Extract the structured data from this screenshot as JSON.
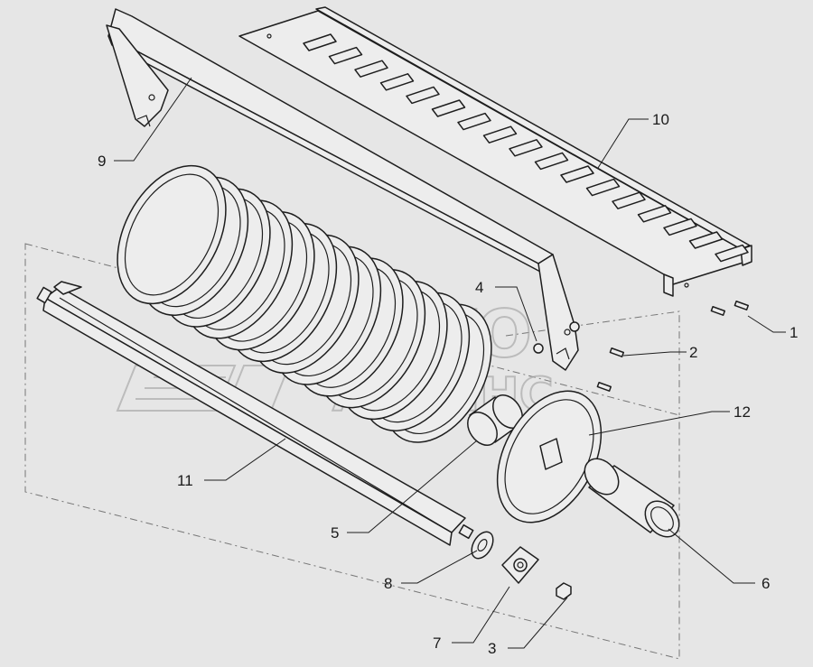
{
  "watermark": {
    "line1": "АВТО",
    "line2": "АЛЬЯНС"
  },
  "callouts": [
    {
      "id": "1",
      "label": "1"
    },
    {
      "id": "2",
      "label": "2"
    },
    {
      "id": "3",
      "label": "3"
    },
    {
      "id": "4",
      "label": "4"
    },
    {
      "id": "5",
      "label": "5"
    },
    {
      "id": "6",
      "label": "6"
    },
    {
      "id": "7",
      "label": "7"
    },
    {
      "id": "8",
      "label": "8"
    },
    {
      "id": "9",
      "label": "9"
    },
    {
      "id": "10",
      "label": "10"
    },
    {
      "id": "11",
      "label": "11"
    },
    {
      "id": "12",
      "label": "12"
    }
  ],
  "colors": {
    "background": "#e6e6e6",
    "line": "#1e1e1e",
    "watermark": "#a9a9a9"
  }
}
